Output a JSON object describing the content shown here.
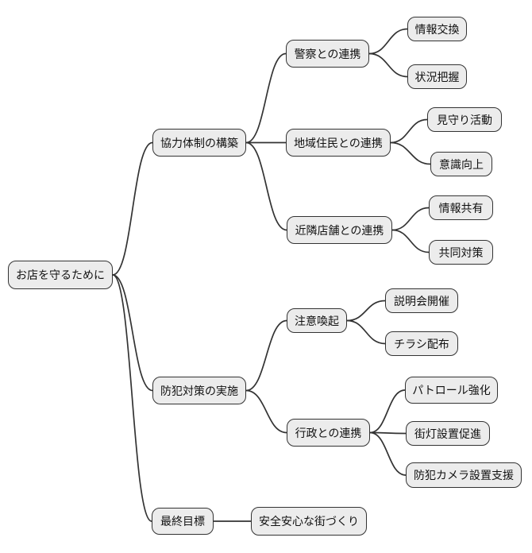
{
  "mindmap": {
    "root": {
      "label": "お店を守るために"
    },
    "branches": [
      {
        "label": "協力体制の構築",
        "children": [
          {
            "label": "警察との連携",
            "children": [
              {
                "label": "情報交換"
              },
              {
                "label": "状況把握"
              }
            ]
          },
          {
            "label": "地域住民との連携",
            "children": [
              {
                "label": "見守り活動"
              },
              {
                "label": "意識向上"
              }
            ]
          },
          {
            "label": "近隣店舗との連携",
            "children": [
              {
                "label": "情報共有"
              },
              {
                "label": "共同対策"
              }
            ]
          }
        ]
      },
      {
        "label": "防犯対策の実施",
        "children": [
          {
            "label": "注意喚起",
            "children": [
              {
                "label": "説明会開催"
              },
              {
                "label": "チラシ配布"
              }
            ]
          },
          {
            "label": "行政との連携",
            "children": [
              {
                "label": "パトロール強化"
              },
              {
                "label": "街灯設置促進"
              },
              {
                "label": "防犯カメラ設置支援"
              }
            ]
          }
        ]
      },
      {
        "label": "最終目標",
        "children": [
          {
            "label": "安全安心な街づくり",
            "children": []
          }
        ]
      }
    ]
  },
  "colors": {
    "background": "#ffffff",
    "node_fill": "#ececec",
    "node_border": "#333333",
    "edge": "#333333",
    "text": "#111111"
  }
}
